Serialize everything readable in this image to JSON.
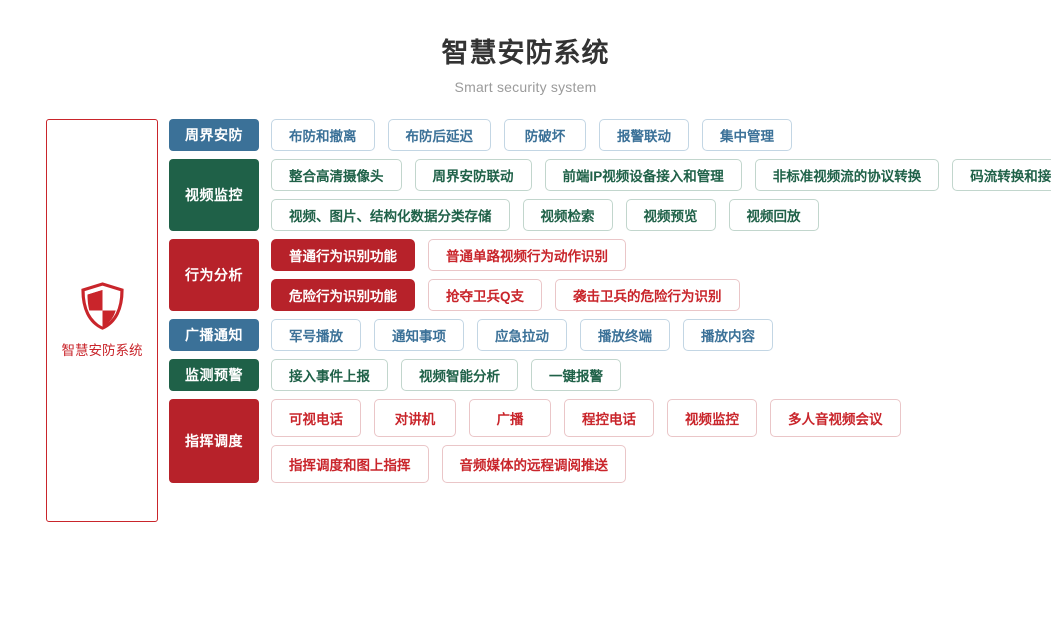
{
  "header": {
    "title": "智慧安防系统",
    "subtitle": "Smart security system"
  },
  "brand": {
    "icon": "shield-icon",
    "label": "智慧安防系统",
    "color": "#c9252b"
  },
  "palette": {
    "blue": "#3b7198",
    "green": "#1f6148",
    "red": "#b7222a",
    "red_text": "#c9252b",
    "title": "#333333",
    "subtitle": "#9b9b9b"
  },
  "rows": [
    {
      "category": "周界安防",
      "color": "blue",
      "lines": [
        {
          "items": [
            {
              "label": "布防和撤离",
              "style": "outline"
            },
            {
              "label": "布防后延迟",
              "style": "outline"
            },
            {
              "label": "防破坏",
              "style": "outline"
            },
            {
              "label": "报警联动",
              "style": "outline"
            },
            {
              "label": "集中管理",
              "style": "outline"
            }
          ]
        }
      ]
    },
    {
      "category": "视频监控",
      "color": "green",
      "lines": [
        {
          "items": [
            {
              "label": "整合高清摄像头",
              "style": "outline"
            },
            {
              "label": "周界安防联动",
              "style": "outline"
            },
            {
              "label": "前端IP视频设备接入和管理",
              "style": "outline"
            },
            {
              "label": "非标准视频流的协议转换",
              "style": "outline"
            },
            {
              "label": "码流转换和接口转换",
              "style": "outline"
            }
          ]
        },
        {
          "items": [
            {
              "label": "视频、图片、结构化数据分类存储",
              "style": "outline"
            },
            {
              "label": "视频检索",
              "style": "outline"
            },
            {
              "label": "视频预览",
              "style": "outline"
            },
            {
              "label": "视频回放",
              "style": "outline"
            }
          ]
        }
      ]
    },
    {
      "category": "行为分析",
      "color": "red",
      "lines": [
        {
          "items": [
            {
              "label": "普通行为识别功能",
              "style": "filled"
            },
            {
              "label": "普通单路视频行为动作识别",
              "style": "outline"
            }
          ]
        },
        {
          "items": [
            {
              "label": "危险行为识别功能",
              "style": "filled"
            },
            {
              "label": "抢夺卫兵Q支",
              "style": "outline"
            },
            {
              "label": "袭击卫兵的危险行为识别",
              "style": "outline"
            }
          ]
        }
      ]
    },
    {
      "category": "广播通知",
      "color": "blue",
      "lines": [
        {
          "items": [
            {
              "label": "军号播放",
              "style": "outline"
            },
            {
              "label": "通知事项",
              "style": "outline"
            },
            {
              "label": "应急拉动",
              "style": "outline"
            },
            {
              "label": "播放终端",
              "style": "outline"
            },
            {
              "label": "播放内容",
              "style": "outline"
            }
          ]
        }
      ]
    },
    {
      "category": "监测预警",
      "color": "green",
      "lines": [
        {
          "items": [
            {
              "label": "接入事件上报",
              "style": "outline"
            },
            {
              "label": "视频智能分析",
              "style": "outline"
            },
            {
              "label": "一键报警",
              "style": "outline"
            }
          ]
        }
      ]
    },
    {
      "category": "指挥调度",
      "color": "red",
      "lines": [
        {
          "items": [
            {
              "label": "可视电话",
              "style": "outline"
            },
            {
              "label": "对讲机",
              "style": "outline"
            },
            {
              "label": "广播",
              "style": "outline"
            },
            {
              "label": "程控电话",
              "style": "outline"
            },
            {
              "label": "视频监控",
              "style": "outline"
            },
            {
              "label": "多人音视频会议",
              "style": "outline"
            }
          ]
        },
        {
          "items": [
            {
              "label": "指挥调度和图上指挥",
              "style": "outline"
            },
            {
              "label": "音频媒体的远程调阅推送",
              "style": "outline"
            }
          ]
        }
      ]
    }
  ]
}
